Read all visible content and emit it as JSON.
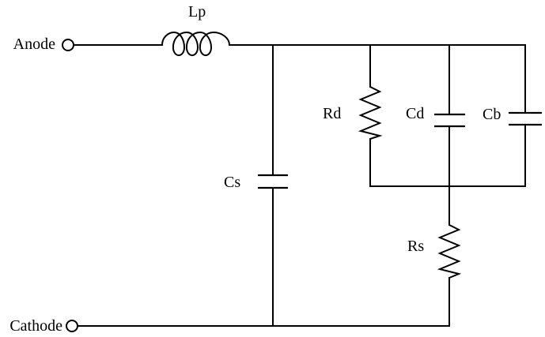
{
  "terminals": {
    "anode": "Anode",
    "cathode": "Cathode"
  },
  "components": {
    "lp": "Lp",
    "cs": "Cs",
    "rd": "Rd",
    "cd": "Cd",
    "cb": "Cb",
    "rs": "Rs"
  }
}
